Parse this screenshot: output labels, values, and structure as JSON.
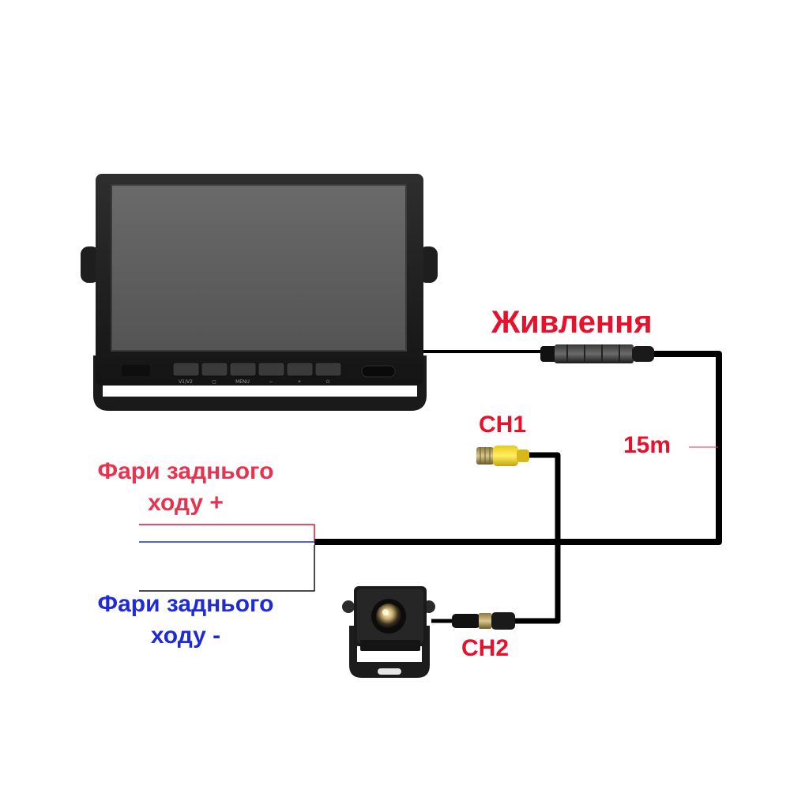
{
  "colors": {
    "label_red": "#e8102a",
    "label_pink": "#e8324e",
    "label_blue": "#1f2bd6",
    "cable": "#000000",
    "wire_red": "#e0122d",
    "wire_blue": "#1f2bd6"
  },
  "labels": {
    "power": "Живлення",
    "ch1": "CH1",
    "ch2": "CH2",
    "cable_length": "15m",
    "reverse_plus_line1": "Фари заднього",
    "reverse_plus_line2": "ходу +",
    "reverse_minus_line1": "Фари заднього",
    "reverse_minus_line2": "ходу -"
  },
  "monitor": {
    "button_captions": [
      "V1/V2",
      "▢",
      "MENU",
      "−",
      "+",
      "⏻"
    ]
  }
}
